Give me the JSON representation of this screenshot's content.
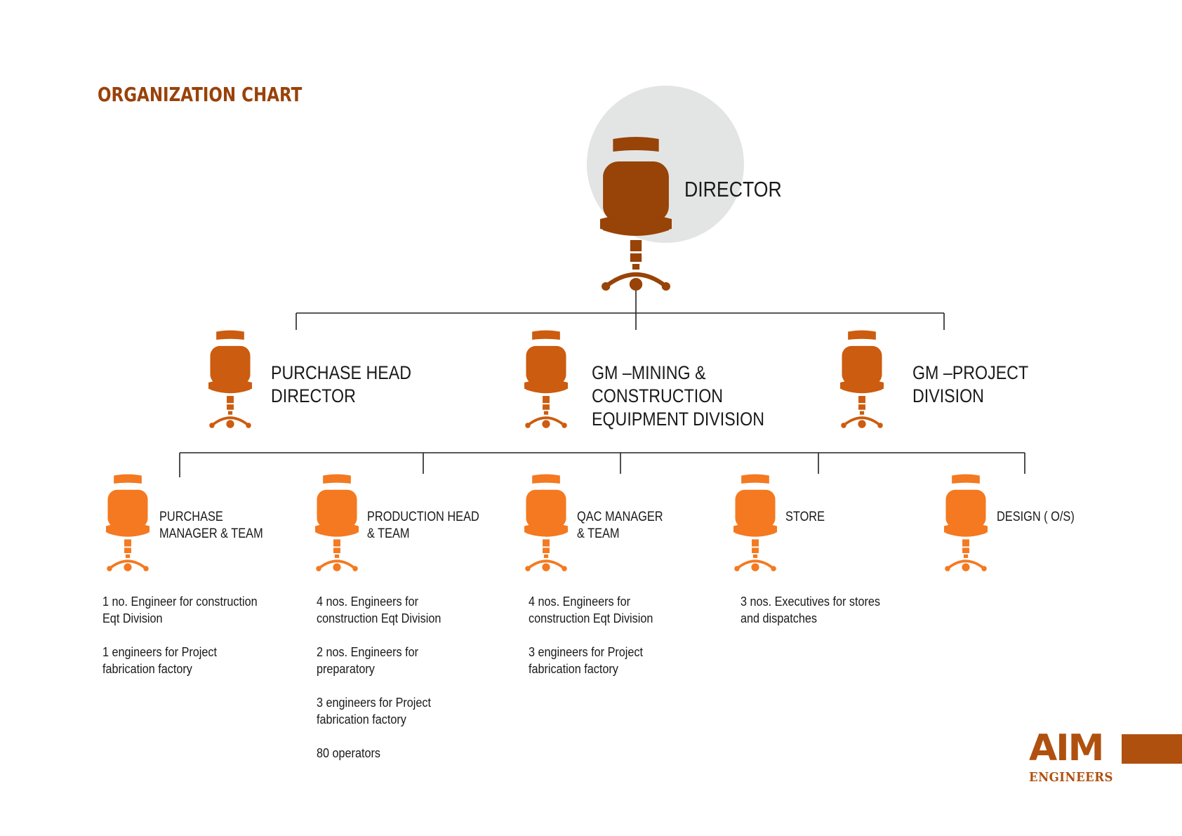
{
  "title": "ORGANIZATION CHART",
  "colors": {
    "title": "#99420a",
    "director_chair": "#984308",
    "level2_chair": "#cc5c0f",
    "level3_chair": "#f47920",
    "circle": "#e3e5e5",
    "lines": "#222222",
    "logo": "#b0500f",
    "text": "#1a1a1a"
  },
  "director": {
    "icon": "office-chair-icon",
    "lines": [
      "DIRECTOR"
    ]
  },
  "level2": [
    {
      "icon": "office-chair-icon",
      "lines": [
        "PURCHASE  HEAD",
        "DIRECTOR"
      ]
    },
    {
      "icon": "office-chair-icon",
      "lines": [
        "GM –MINING &",
        "CONSTRUCTION",
        "EQUIPMENT DIVISION"
      ]
    },
    {
      "icon": "office-chair-icon",
      "lines": [
        "GM –PROJECT",
        "DIVISION"
      ]
    }
  ],
  "level3": [
    {
      "icon": "office-chair-icon",
      "lines": [
        "PURCHASE",
        "MANAGER & TEAM"
      ],
      "notes": [
        [
          "1 no. Engineer for construction",
          "Eqt Division"
        ],
        [
          "1 engineers for Project",
          "fabrication factory"
        ]
      ]
    },
    {
      "icon": "office-chair-icon",
      "lines": [
        "PRODUCTION HEAD",
        "& TEAM"
      ],
      "notes": [
        [
          "4 nos. Engineers for",
          "construction Eqt Division"
        ],
        [
          "2 nos. Engineers for",
          "preparatory"
        ],
        [
          "3 engineers for Project",
          "fabrication factory"
        ],
        [
          "80 operators"
        ]
      ]
    },
    {
      "icon": "office-chair-icon",
      "lines": [
        "QAC MANAGER",
        "& TEAM"
      ],
      "notes": [
        [
          "4 nos. Engineers for",
          "construction Eqt Division"
        ],
        [
          "3 engineers for Project",
          "fabrication factory"
        ]
      ]
    },
    {
      "icon": "office-chair-icon",
      "lines": [
        "STORE"
      ],
      "notes": [
        [
          "3 nos. Executives for stores",
          "and dispatches"
        ]
      ]
    },
    {
      "icon": "office-chair-icon",
      "lines": [
        "DESIGN ( O/S)"
      ],
      "notes": []
    }
  ],
  "logo": {
    "word": "AIM",
    "sub": "ENGINEERS"
  }
}
